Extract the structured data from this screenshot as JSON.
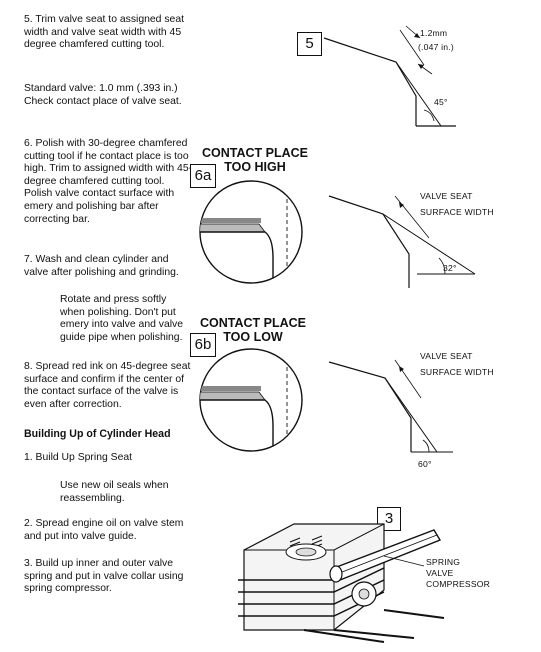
{
  "steps": {
    "s5": "5.   Trim valve seat to assigned seat width and valve seat width with 45 degree chamfered cutting tool.",
    "s5_standard": "Standard valve: 1.0 mm (.393 in.) Check contact place of valve seat.",
    "s6": "6.   Polish with 30-degree chamfered cutting tool if he contact place is too high.  Trim to assigned width with 45-degree chamfered cutting tool.  Polish valve contact surface with emery and polishing bar after correcting bar.",
    "s7": "7.   Wash and clean cylinder and valve after polishing and grinding.",
    "s7_note": "Rotate and press softly when polishing.  Don't put emery into valve and valve guide pipe when polishing.",
    "s8": "8.   Spread red ink on 45-degree seat surface and confirm if the center of the contact surface of the valve is even after correction."
  },
  "section": {
    "heading": "Building Up of Cylinder Head",
    "b1": "1.   Build Up Spring Seat",
    "b1_note": "Use new oil seals when reassembling.",
    "b2": "2.   Spread engine oil on valve stem and put into valve guide.",
    "b3": "3.   Build up inner and outer valve spring and put in valve collar using spring compressor."
  },
  "figures": {
    "fig5": {
      "number": "5",
      "dim_top": "1.2mm",
      "dim_bottom": "(.047 in.)",
      "angle": "45°"
    },
    "fig6a": {
      "number": "6a",
      "caption_line1": "CONTACT PLACE",
      "caption_line2": "TOO HIGH",
      "label_line1": "VALVE SEAT",
      "label_line2": "SURFACE WIDTH",
      "angle": "32°"
    },
    "fig6b": {
      "number": "6b",
      "caption_line1": "CONTACT PLACE",
      "caption_line2": "TOO LOW",
      "label_line1": "VALVE SEAT",
      "label_line2": "SURFACE WIDTH",
      "angle": "60°"
    },
    "fig3": {
      "number": "3",
      "label_line1": "SPRING",
      "label_line2": "VALVE",
      "label_line3": "COMPRESSOR"
    }
  }
}
